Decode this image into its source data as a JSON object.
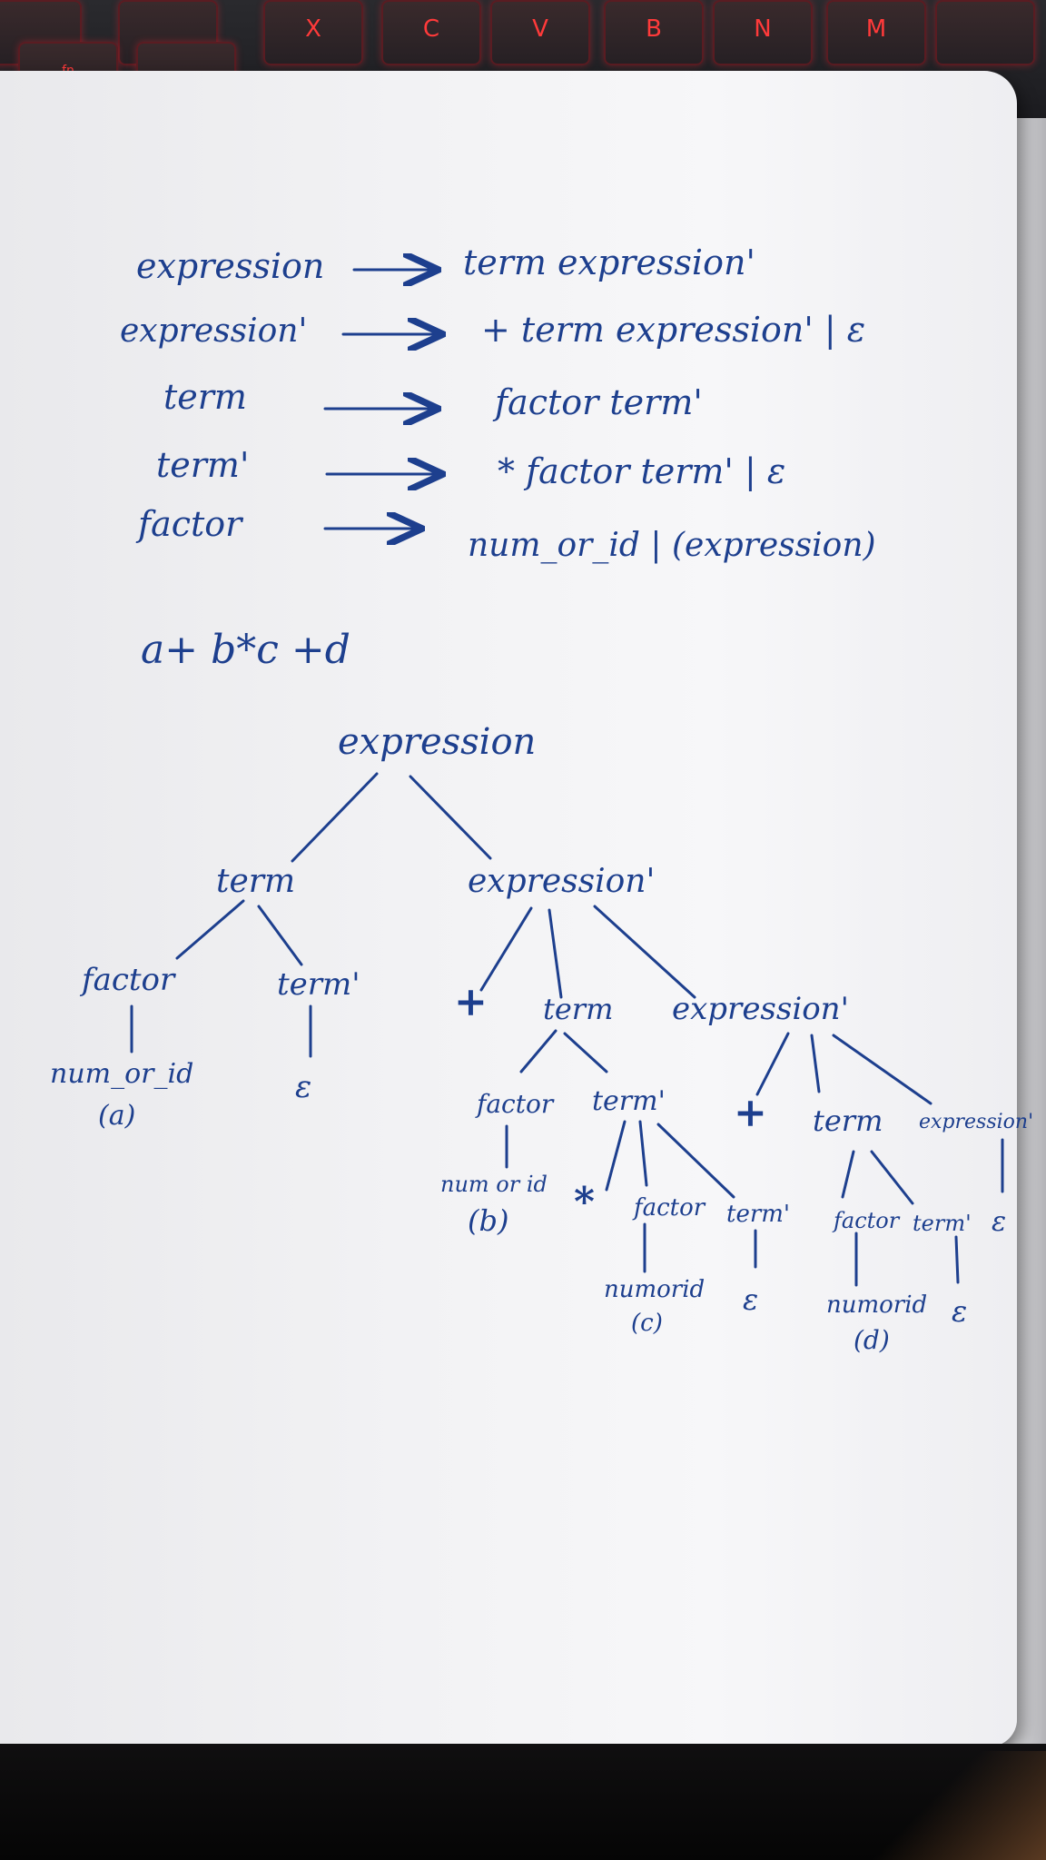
{
  "keyboard_keys": [
    "X",
    "C",
    "V",
    "B",
    "N",
    "M",
    "fn"
  ],
  "grammar": [
    {
      "lhs": "expression",
      "rhs": "term expression'"
    },
    {
      "lhs": "expression'",
      "rhs": "+ term expression' | ε"
    },
    {
      "lhs": "term",
      "rhs": "factor term'"
    },
    {
      "lhs": "term'",
      "rhs": "* factor term' | ε"
    },
    {
      "lhs": "factor",
      "rhs": "num_or_id | (expression)"
    }
  ],
  "input_string": "a+ b*c +d",
  "tree": {
    "nodes": {
      "root": "expression",
      "t1": "term",
      "e1": "expression'",
      "f1": "factor",
      "tp1": "term'",
      "n1": "num_or_id",
      "n1_tag": "(a)",
      "eps1": "ε",
      "plus1": "+",
      "t2": "term",
      "e2": "expression'",
      "f2": "factor",
      "tp2": "term'",
      "n2": "num or id",
      "n2_tag": "(b)",
      "star": "*",
      "f3": "factor",
      "tp3": "term'",
      "n3": "numorid",
      "n3_tag": "(c)",
      "eps3": "ε",
      "plus2": "+",
      "t3": "term",
      "e3": "expression'",
      "eps_e3": "ε",
      "f4": "factor",
      "tp4": "term'",
      "n4": "numorid",
      "n4_tag": "(d)",
      "eps4": "ε"
    }
  }
}
